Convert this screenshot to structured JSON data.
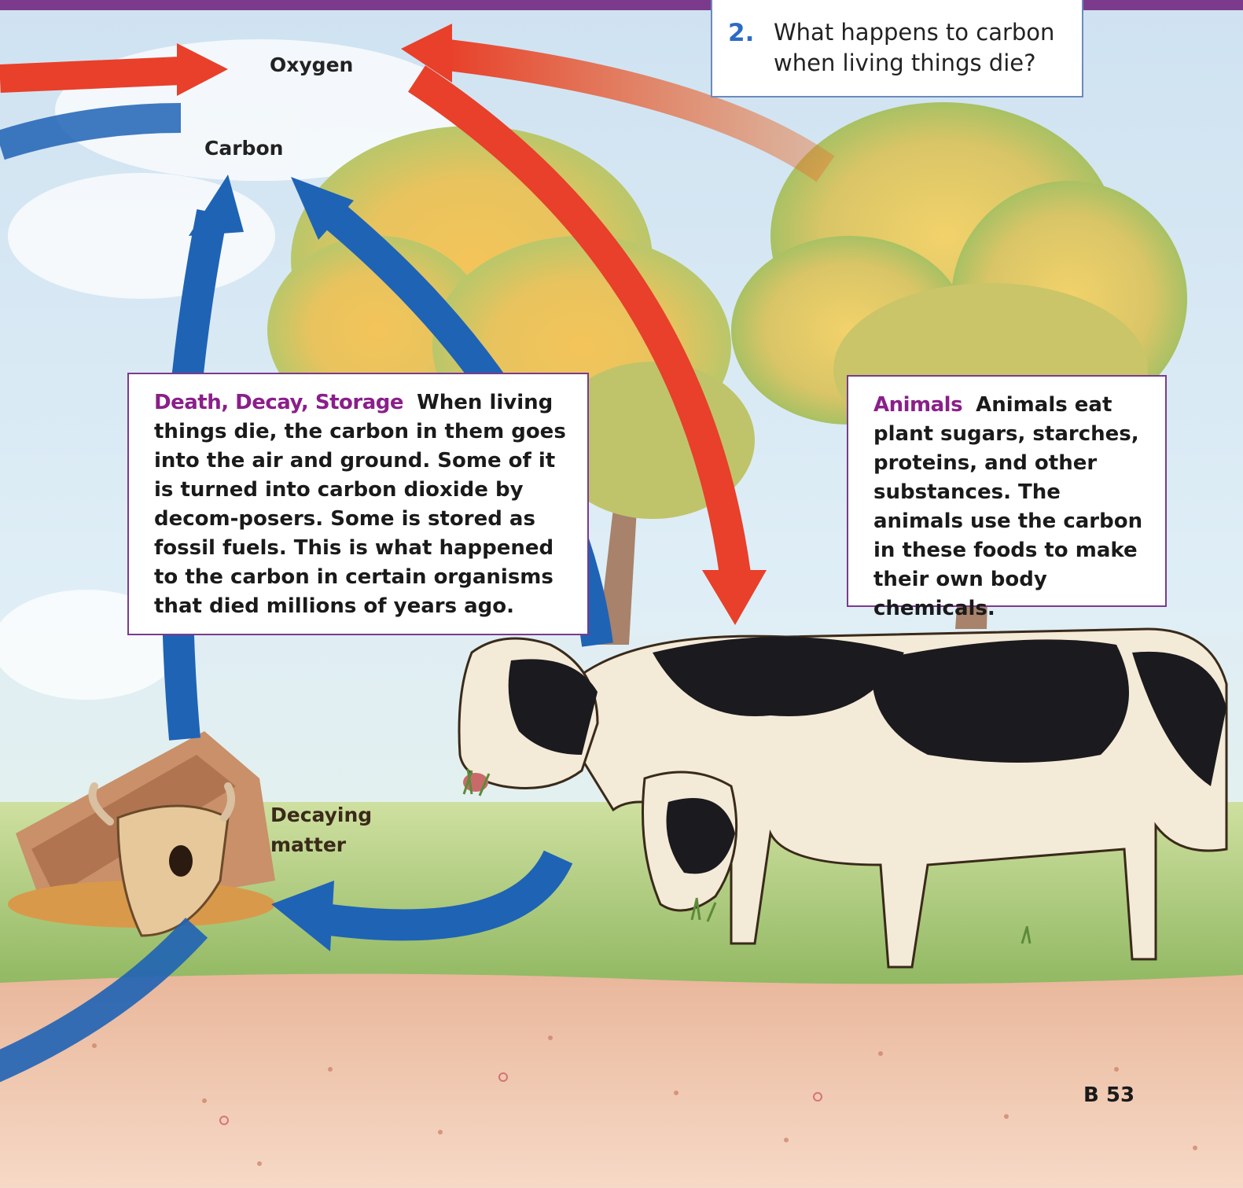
{
  "labels": {
    "oxygen": "Oxygen",
    "carbon": "Carbon",
    "decaying_matter": "Decaying\nmatter"
  },
  "question": {
    "number": "2.",
    "text": "What happens to carbon\nwhen living things die?"
  },
  "death_box": {
    "heading": "Death, Decay, Storage",
    "text": "When living things die, the carbon in them goes into the air and ground. Some of it is turned into carbon dioxide by decom-posers. Some is stored as fossil fuels. This is what happened to the carbon in certain organisms that died millions of years ago."
  },
  "animals_box": {
    "heading": "Animals",
    "text": "Animals eat plant sugars, starches, proteins, and other substances. The animals use the carbon in these foods to make their own body chemicals."
  },
  "page_number": "B 53",
  "colors": {
    "oxygen_arrow": "#e8402a",
    "carbon_arrow": "#1f63b5",
    "box_border": "#7b3a8c",
    "heading": "#8a1f8a",
    "top_rule": "#7b3a8c"
  }
}
